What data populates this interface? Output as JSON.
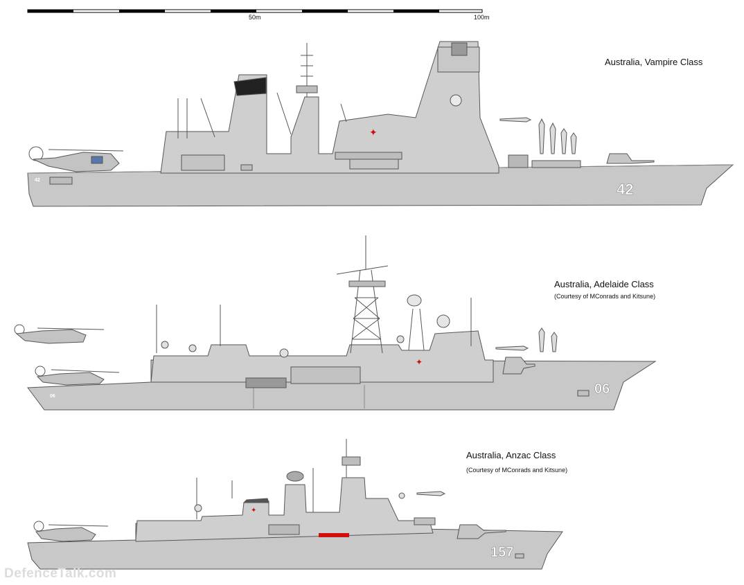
{
  "scale_bar": {
    "mid_label": "50m",
    "end_label": "100m"
  },
  "ships": [
    {
      "title": "Australia, Vampire Class",
      "credit": "",
      "hull_number": "42",
      "stern_number": "42"
    },
    {
      "title": "Australia, Adelaide Class",
      "credit": "(Courtesy of MConrads and Kitsune)",
      "hull_number": "06",
      "stern_number": "06"
    },
    {
      "title": "Australia, Anzac Class",
      "credit": "(Courtesy of MConrads and Kitsune)",
      "hull_number": "157",
      "stern_number": ""
    }
  ],
  "watermark": "DefenceTalk.com",
  "colors": {
    "hull": "#c8c8c8",
    "superstructure": "#cfcfcf",
    "outline": "#555555",
    "kangaroo": "#d01010"
  }
}
